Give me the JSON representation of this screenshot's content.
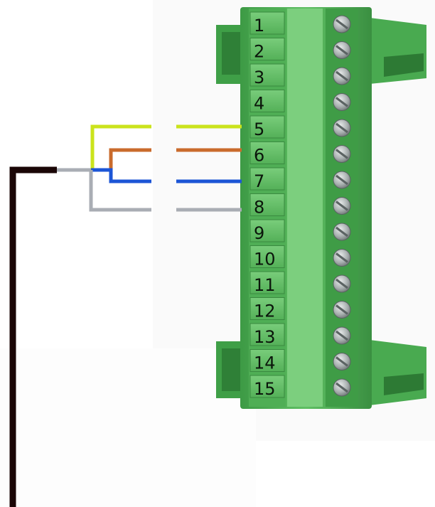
{
  "terminal_block": {
    "color": "#5cb85f",
    "terminals": [
      "1",
      "2",
      "3",
      "4",
      "5",
      "6",
      "7",
      "8",
      "9",
      "10",
      "11",
      "12",
      "13",
      "14",
      "15"
    ]
  },
  "cable": {
    "jacket_color": "#1a0606",
    "wires": [
      {
        "terminal": "5",
        "color": "#cbe31c"
      },
      {
        "terminal": "6",
        "color": "#c96b2c"
      },
      {
        "terminal": "7",
        "color": "#1c55d6"
      },
      {
        "terminal": "8",
        "color": "#a9adb4"
      }
    ]
  }
}
